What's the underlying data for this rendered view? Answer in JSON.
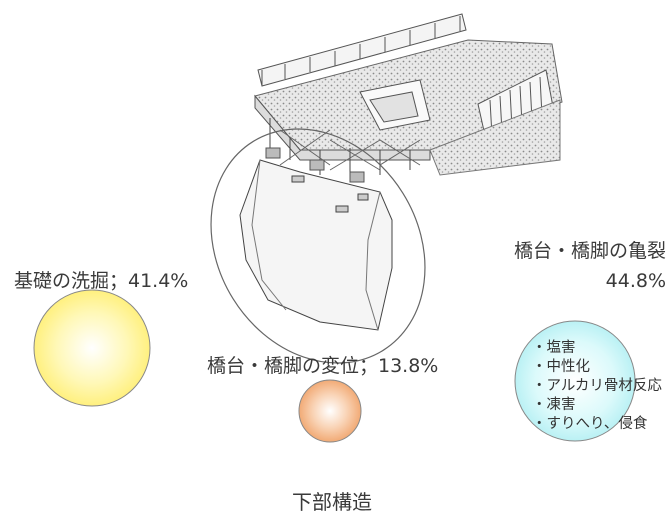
{
  "labels": {
    "foundation_scour": "基礎の洗掘；41.4%",
    "displacement": "橋台・橋脚の変位；13.8%",
    "crack_title": "橋台・橋脚の亀裂",
    "crack_value": "44.8%",
    "footer": "下部構造"
  },
  "crack_causes": [
    "・塩害",
    "・中性化",
    "・アルカリ骨材反応",
    "・凍害",
    "・すりへり、侵食"
  ],
  "colors": {
    "scour_circle": "#fff59a",
    "displacement_circle": "#f4b98a",
    "crack_circle": "#c7f4f6",
    "outline": "#777777"
  }
}
